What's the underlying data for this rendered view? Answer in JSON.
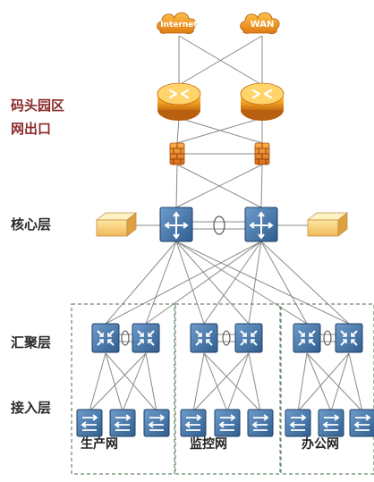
{
  "zone_label": {
    "line1": "码头园区",
    "line2": "网出口"
  },
  "layers": {
    "core": "核心层",
    "aggregation": "汇聚层",
    "access": "接入层"
  },
  "clouds": {
    "internet": "Internet",
    "wan": "WAN"
  },
  "groups": {
    "production": "生产网",
    "monitoring": "监控网",
    "office": "办公网"
  },
  "colors": {
    "router_orange": "#f0a020",
    "switch_blue": "#3a6a9e",
    "firewall_orange": "#e8862a",
    "link_gray": "#8a8a8a",
    "group_border": "#6a8a6a"
  }
}
